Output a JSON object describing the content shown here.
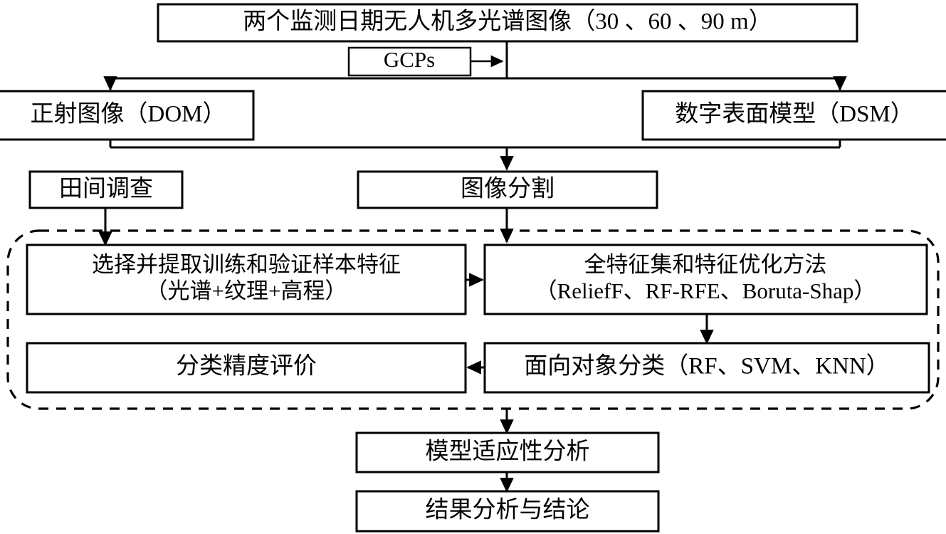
{
  "diagram": {
    "title_flow": "UAV multispectral image classification workflow",
    "nodes": {
      "uav_images": "两个监测日期无人机多光谱图像（30 、60 、90 m）",
      "gcps": "GCPs",
      "dom": "正射图像（DOM）",
      "dsm": "数字表面模型（DSM）",
      "field_survey": "田间调查",
      "image_segmentation": "图像分割",
      "feature_extract_line1": "选择并提取训练和验证样本特征",
      "feature_extract_line2": "（光谱+纹理+高程）",
      "feature_optim_line1": "全特征集和特征优化方法",
      "feature_optim_line2": "（ReliefF、RF-RFE、Boruta-Shap）",
      "accuracy_eval": "分类精度评价",
      "object_classification": "面向对象分类（RF、SVM、KNN）",
      "model_adaptability": "模型适应性分析",
      "results_conclusion": "结果分析与结论"
    },
    "group_box": {
      "name": "classification-processing-group",
      "style": "dashed-rounded"
    },
    "colors": {
      "stroke": "#000000",
      "fill": "#ffffff",
      "text": "#000000"
    }
  }
}
